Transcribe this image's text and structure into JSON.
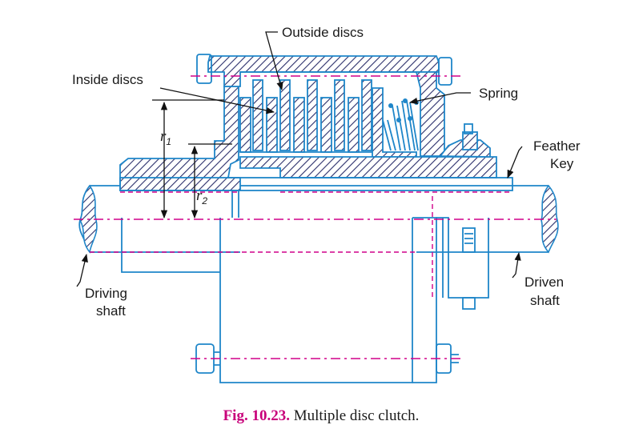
{
  "labels": {
    "outside_discs": "Outside discs",
    "inside_discs": "Inside discs",
    "spring": "Spring",
    "feather_key_1": "Feather",
    "feather_key_2": "Key",
    "driving_shaft_1": "Driving",
    "driving_shaft_2": "shaft",
    "driven_shaft_1": "Driven",
    "driven_shaft_2": "shaft",
    "r1_symbol": "r",
    "r1_sub": "1",
    "r2_symbol": "r",
    "r2_sub": "2"
  },
  "caption": {
    "number": "Fig. 10.23.",
    "text": " Multiple disc clutch."
  },
  "colors": {
    "outline": "#1f86c9",
    "centerline": "#d0008a",
    "caption_number": "#c8007a",
    "leader": "#111111"
  }
}
